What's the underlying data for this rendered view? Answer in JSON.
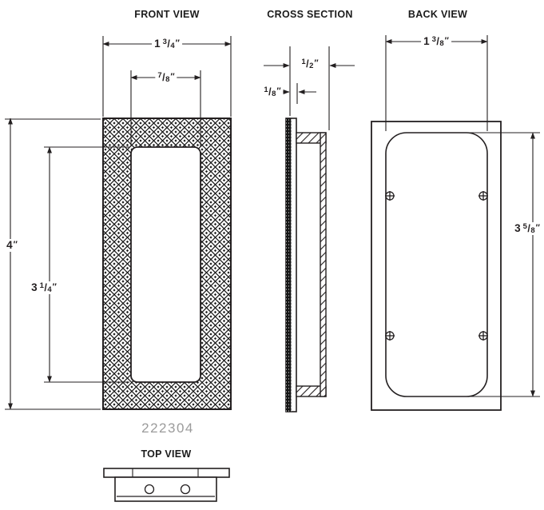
{
  "views": {
    "front": {
      "label": "FRONT VIEW"
    },
    "cross_section": {
      "label": "CROSS SECTION"
    },
    "back": {
      "label": "BACK VIEW"
    },
    "top": {
      "label": "TOP VIEW"
    }
  },
  "part_number": "222304",
  "glyphs": {
    "slash": "/",
    "inch": "″"
  },
  "dimensions": {
    "front_overall_width": {
      "whole": "1",
      "num": "3",
      "den": "4"
    },
    "front_recess_width": {
      "num": "7",
      "den": "8"
    },
    "front_overall_height": {
      "whole": "4"
    },
    "front_recess_height": {
      "whole": "3",
      "num": "1",
      "den": "4"
    },
    "section_overall_depth": {
      "num": "1",
      "den": "2"
    },
    "section_face_thickness": {
      "num": "1",
      "den": "8"
    },
    "back_cup_width": {
      "whole": "1",
      "num": "3",
      "den": "8"
    },
    "back_cup_height": {
      "whole": "3",
      "num": "5",
      "den": "8"
    }
  },
  "colors": {
    "line": "#231f20",
    "part_number_text": "#9b9b9b",
    "background": "#ffffff"
  }
}
